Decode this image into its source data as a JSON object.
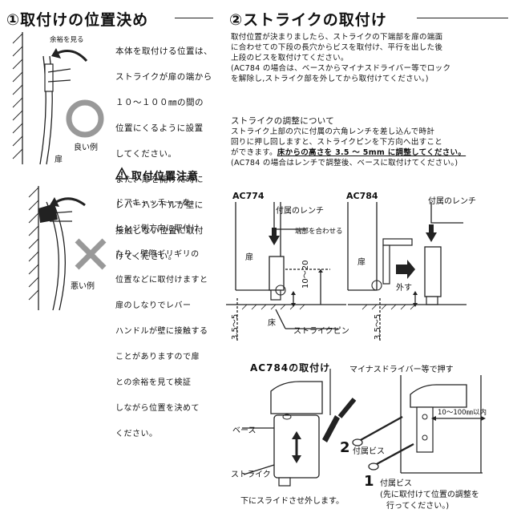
{
  "section1": {
    "title": "①取付けの位置決め",
    "body_lines": [
      "本体を取付ける位置は、",
      "ストライクが扉の端から",
      "１０～１００㎜の間の",
      "位置にくるように設置",
      "してください。",
      "また、扉を開けた時に",
      "レバーハンドルが壁に",
      "接触しない位置に取付",
      "けてください。"
    ],
    "label_margin": "余裕を見る",
    "label_good": "良い例",
    "label_door": "扉",
    "label_bad": "悪い例",
    "caution_title": "取付位置注意",
    "caution_lines": [
      "ドアキャッチャーを",
      "ヒンジ側方向に取付け",
      "たり、壁際ギリギリの",
      "位置などに取付けますと",
      "扉のしなりでレバー",
      "ハンドルが壁に接触する",
      "ことがありますので扉",
      "との余裕を見て検証",
      "しながら位置を決めて",
      "ください。"
    ]
  },
  "section2": {
    "title": "②ストライクの取付け",
    "body_lines": [
      "取付位置が決まりましたら、ストライクの下端部を扉の端面",
      "に合わせての下段の長穴からビスを取付け、平行を出した後",
      "上段のビスを取付けてください。",
      "(AC784 の場合は、ベースからマイナスドライバー等でロック",
      "を解除し,ストライク部を外してから取付けてください。)"
    ],
    "adjust_title": "ストライクの調整について",
    "adjust_lines": [
      "ストライク上部の穴に付属の六角レンチを差し込んで時計",
      "回りに押し回しますと、ストライクピンを下方向へ出すこと"
    ],
    "adjust_line3_pre": "ができます。",
    "adjust_line3_bold": "床からの高さを 3.5 ～ 5mm に調整してください。",
    "adjust_note": "(AC784 の場合はレンチで調整後、ベースに取付けてください。)"
  },
  "diagram": {
    "model_a": "AC774",
    "model_b": "AC784",
    "wrench_a": "付属のレンチ",
    "wrench_b": "付属のレンチ",
    "align_label": "端部を合わせる",
    "door_a": "扉",
    "door_b": "扉",
    "remove_label": "外す",
    "floor_label": "床",
    "strike_pin_label": "ストライクピン",
    "dim_10_20": "10～20",
    "dim_35_5_a": "3.5～5",
    "dim_35_5_b": "3.5～5"
  },
  "section3": {
    "title": "AC784の取付け",
    "press_label": "マイナスドライバー等で押す",
    "base_label": "ベース",
    "strike_label": "ストライク",
    "slide_label": "下にスライドさせ外します。",
    "step2_num": "2",
    "step2_label": "付属ビス",
    "step1_num": "1",
    "step1_label": "付属ビス",
    "step1_note_1": "(先に取付けて位置の調整を",
    "step1_note_2": "行ってください。)",
    "dim_10_100": "10～100㎜以内"
  }
}
